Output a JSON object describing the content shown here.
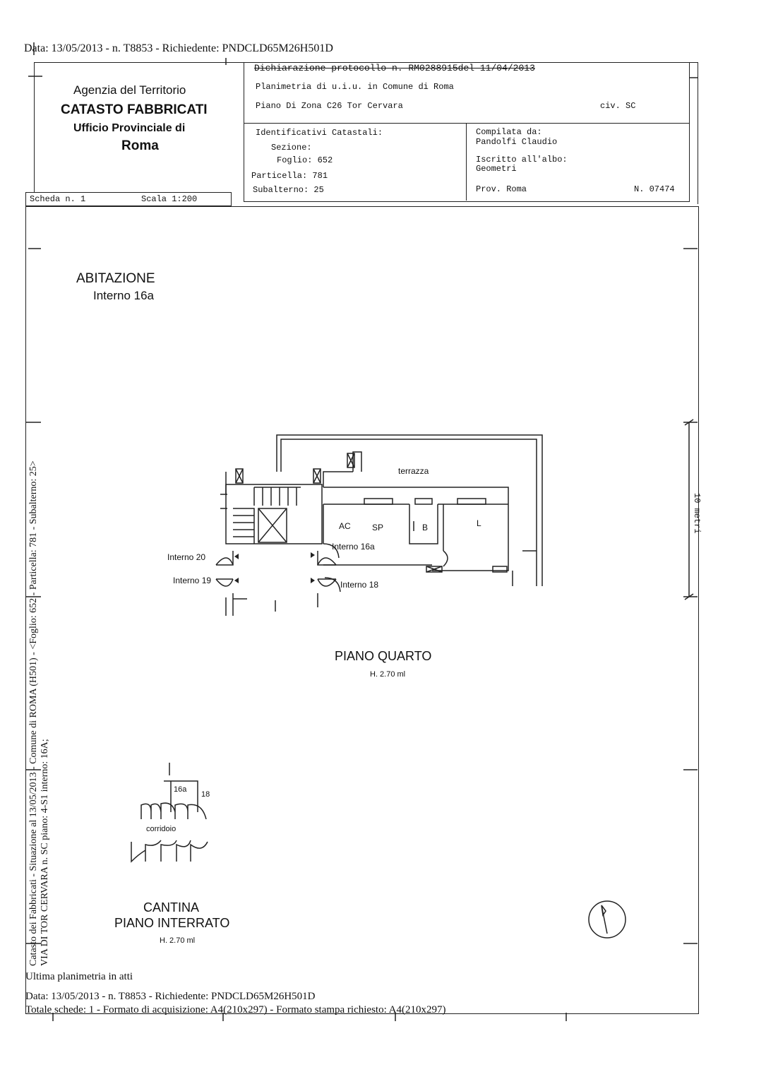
{
  "top_line": "Data: 13/05/2013 - n. T8853 - Richiedente: PNDCLD65M26H501D",
  "agency": {
    "line1": "Agenzia del Territorio",
    "line2": "CATASTO FABBRICATI",
    "line3": "Ufficio Provinciale di",
    "line4": "Roma"
  },
  "header": {
    "dichiarazione": "Dichiarazione protocollo n. RM0288915del  11/04/2013",
    "planimetria": "Planimetria di u.i.u. in Comune di Roma",
    "indirizzo": "Piano Di Zona C26 Tor Cervara",
    "civico": "civ. SC",
    "identificativi_title": "Identificativi Catastali:",
    "sezione": "Sezione:",
    "foglio": "Foglio: 652",
    "particella": "Particella: 781",
    "subalterno": "Subalterno: 25",
    "compilata": "Compilata da:",
    "compilatore": "Pandolfi Claudio",
    "iscritto": "Iscritto all'albo:",
    "albo": "Geometri",
    "prov": "Prov. Roma",
    "numero": "N. 07474"
  },
  "scheda": {
    "label": "Scheda n. 1",
    "scala": "Scala 1:200"
  },
  "plan": {
    "title1": "ABITAZIONE",
    "title2": "Interno 16a",
    "terrazza": "terrazza",
    "ac": "AC",
    "sp": "SP",
    "b": "B",
    "l": "L",
    "int16a": "Interno 16a",
    "int20": "Interno 20",
    "int19": "Interno 19",
    "int18": "Interno 18",
    "piano": "PIANO QUARTO",
    "altezza": "H. 2.70 ml",
    "scale_label": "10 metri"
  },
  "cantina": {
    "c16a": "16a",
    "c18": "18",
    "corridoio": "corridoio",
    "title1": "CANTINA",
    "title2": "PIANO INTERRATO",
    "altezza": "H. 2.70 ml"
  },
  "side_text1": "Catasto dei Fabbricati - Situazione al 13/05/2013 - Comune di ROMA (H501) - <Foglio: 652 - Particella: 781 - Subalterno: 25>",
  "side_text2": "VIA DI TOR CERVARA n. SC piano: 4-S1 interno: 16A;",
  "footer": {
    "line1": "Ultima planimetria in atti",
    "line2": "Data: 13/05/2013 - n. T8853 - Richiedente: PNDCLD65M26H501D",
    "line3": "Totale schede: 1 - Formato di acquisizione: A4(210x297)  - Formato stampa richiesto: A4(210x297)"
  }
}
